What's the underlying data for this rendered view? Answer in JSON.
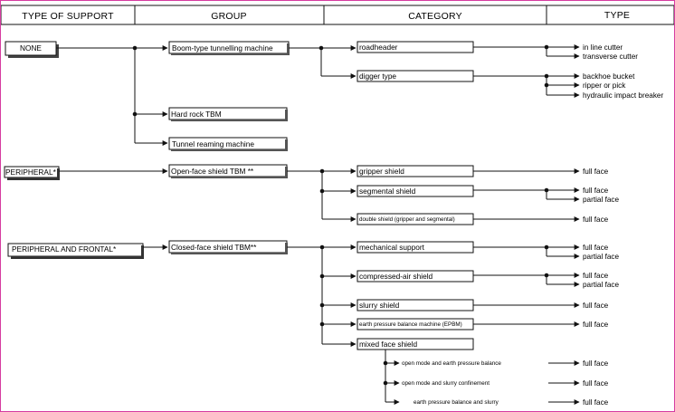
{
  "headers": {
    "support": "TYPE OF SUPPORT",
    "group": "GROUP",
    "category": "CATEGORY",
    "type": "TYPE"
  },
  "supports": {
    "none": "NONE",
    "peripheral": "PERIPHERAL*",
    "peripheral_frontal": "PERIPHERAL AND FRONTAL*"
  },
  "groups": {
    "boom": "Boom-type tunnelling machine",
    "hard_rock": "Hard rock TBM",
    "reaming": "Tunnel reaming machine",
    "open_face": "Open-face shield TBM **",
    "closed_face": "Closed-face shield TBM**"
  },
  "categories": {
    "roadheader": "roadheader",
    "digger": "digger type",
    "gripper": "gripper shield",
    "segmental": "segmental shield",
    "double": "double shield (gripper and segmental)",
    "mechanical": "mechanical support",
    "compressed_air": "compressed-air shield",
    "slurry": "slurry shield",
    "epbm": "earth pressure balance machine (EPBM)",
    "mixed": "mixed face shield"
  },
  "mixed_modes": {
    "open_epb": "open mode and earth pressure balance",
    "open_slurry": "open mode and slurry confinement",
    "epb_slurry": "earth pressure balance and slurry"
  },
  "types": {
    "in_line": "in line cutter",
    "transverse": "transverse cutter",
    "backhoe": "backhoe bucket",
    "ripper": "ripper or pick",
    "hydraulic": "hydraulic impact breaker",
    "gripper_full": "full face",
    "segmental_full": "full face",
    "segmental_partial": "partial face",
    "double_full": "full face",
    "mechanical_full": "full face",
    "mechanical_partial": "partial face",
    "compressed_full": "full face",
    "compressed_partial": "partial face",
    "slurry_full": "full face",
    "epbm_full": "full face",
    "mode1_full": "full face",
    "mode2_full": "full face",
    "mode3_full": "full face"
  }
}
